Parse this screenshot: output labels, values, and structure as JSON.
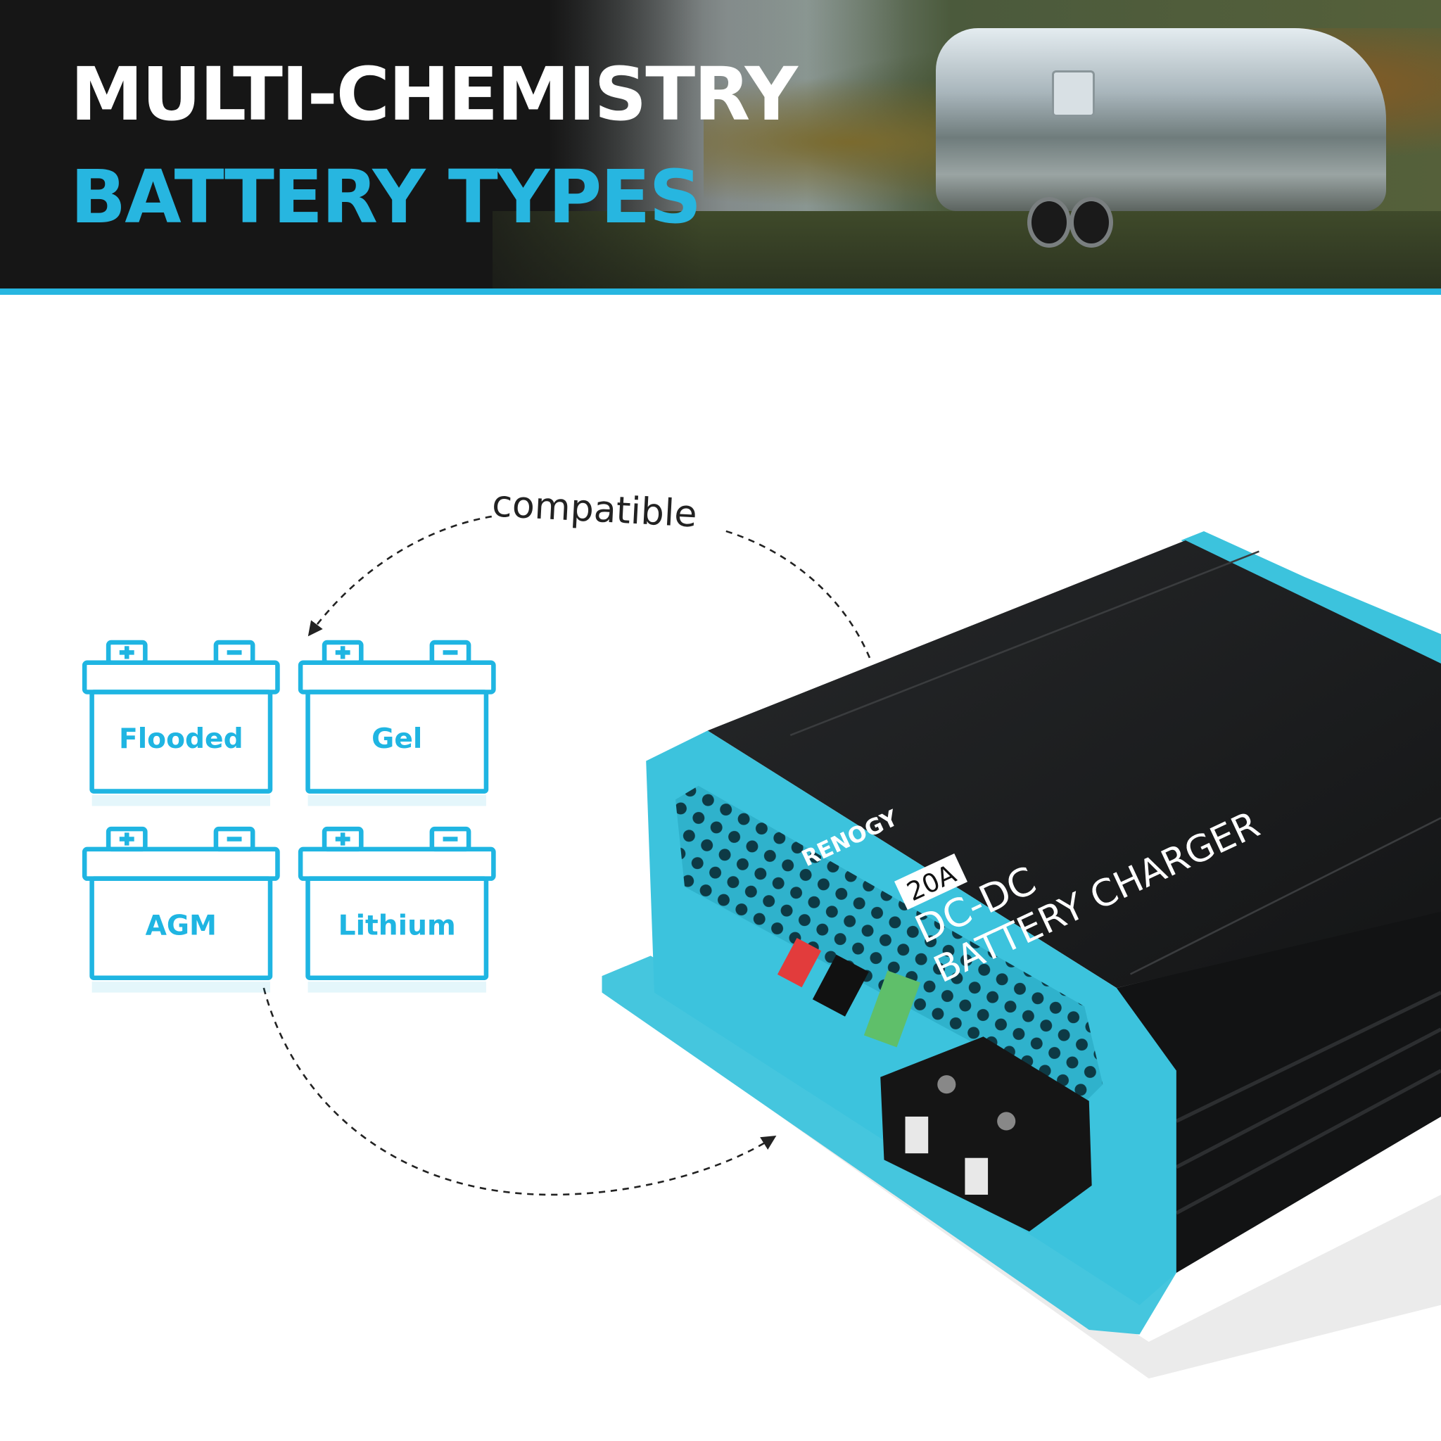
{
  "header": {
    "title_line1": "MULTI-CHEMISTRY",
    "title_line2": "BATTERY TYPES",
    "title_color": "#ffffff",
    "accent_color": "#27b6e0"
  },
  "annotation": {
    "label": "compatible"
  },
  "batteries": [
    {
      "label": "Flooded",
      "icon": "battery-icon"
    },
    {
      "label": "Gel",
      "icon": "battery-icon"
    },
    {
      "label": "AGM",
      "icon": "battery-icon"
    },
    {
      "label": "Lithium",
      "icon": "battery-icon"
    }
  ],
  "product": {
    "brand": "RENOGY",
    "rating": "20A",
    "line1": "DC-DC",
    "line2": "BATTERY CHARGER",
    "body_color": "#1e1f21",
    "cap_color": "#3cc3dd"
  }
}
